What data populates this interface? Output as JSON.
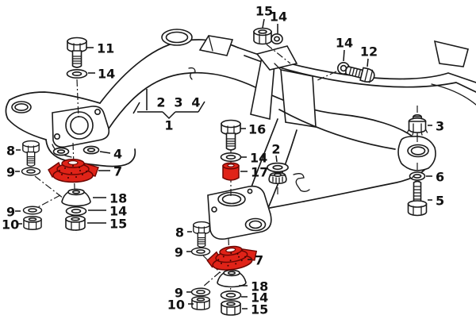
{
  "diagram": {
    "type": "exploded-parts-diagram",
    "subject": "vehicle subframe crossmember with bonded rubber mounts and fasteners",
    "colors": {
      "background": "#ffffff",
      "line": "#1a1a1a",
      "highlight": "#e02318",
      "highlight_dark": "#6b0703"
    },
    "highlighted_callouts": [
      "7",
      "17"
    ],
    "callouts": {
      "top_left": {
        "bolt": "11",
        "washer": "14"
      },
      "top_center": {
        "nut": "15",
        "washer": "14"
      },
      "top_right": {
        "washer": "14",
        "bolt": "12"
      },
      "right": {
        "nut": "3",
        "washer": "6",
        "bolt": "5"
      },
      "assembly": {
        "item1": "1",
        "item2": "2",
        "item3": "3",
        "item4": "4"
      },
      "center": {
        "bolt": "16",
        "washer": "14",
        "bushing": "17",
        "grommet": "2"
      },
      "left_stack": {
        "bolt": "8",
        "washer_upper": "9",
        "washers": "4",
        "mount": "7",
        "cup": "18",
        "washer": "14",
        "nut": "15",
        "washer_lower": "9",
        "locknut": "10"
      },
      "bottom_stack": {
        "bolt": "8",
        "washer_upper": "9",
        "mount": "7",
        "cup": "18",
        "washer": "14",
        "nut": "15",
        "washer_lower": "9",
        "locknut": "10"
      }
    }
  }
}
